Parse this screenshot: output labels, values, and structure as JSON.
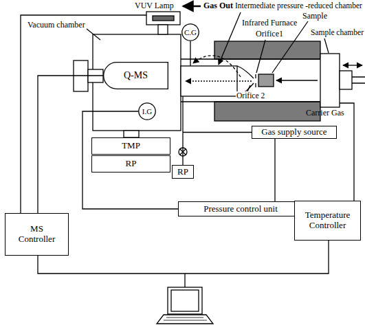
{
  "diagram": {
    "nodes": [
      {
        "text": [
          "Q-MS"
        ]
      },
      {
        "text": [
          "C.G"
        ]
      },
      {
        "text": [
          "I.G"
        ]
      },
      {
        "text": [
          "TMP"
        ]
      },
      {
        "text": [
          "RP"
        ]
      },
      {
        "text": [
          "RP"
        ]
      },
      {
        "text": [
          "Gas supply source"
        ]
      },
      {
        "text": [
          "Pressure control unit"
        ]
      },
      {
        "text": [
          "MS Controller"
        ]
      },
      {
        "text": [
          "Temperature Controller"
        ]
      }
    ],
    "edges": [
      {
        "from": 8,
        "to": 0,
        "arrow": "none"
      },
      {
        "from": 2,
        "to": 7,
        "arrow": "none"
      },
      {
        "from": 6,
        "to": 7,
        "arrow": "none"
      },
      {
        "from": 6,
        "to": 5,
        "arrow": "none"
      }
    ],
    "labels": [
      "VUV Lamp",
      "Gas Out",
      "Intermediate pressure -reduced chamber",
      "Vacuum chamber",
      "Infrared Furnace",
      "Sample",
      "Orifice1",
      "Sample chamber",
      "Orifice 2",
      "Carrier Gas"
    ]
  }
}
